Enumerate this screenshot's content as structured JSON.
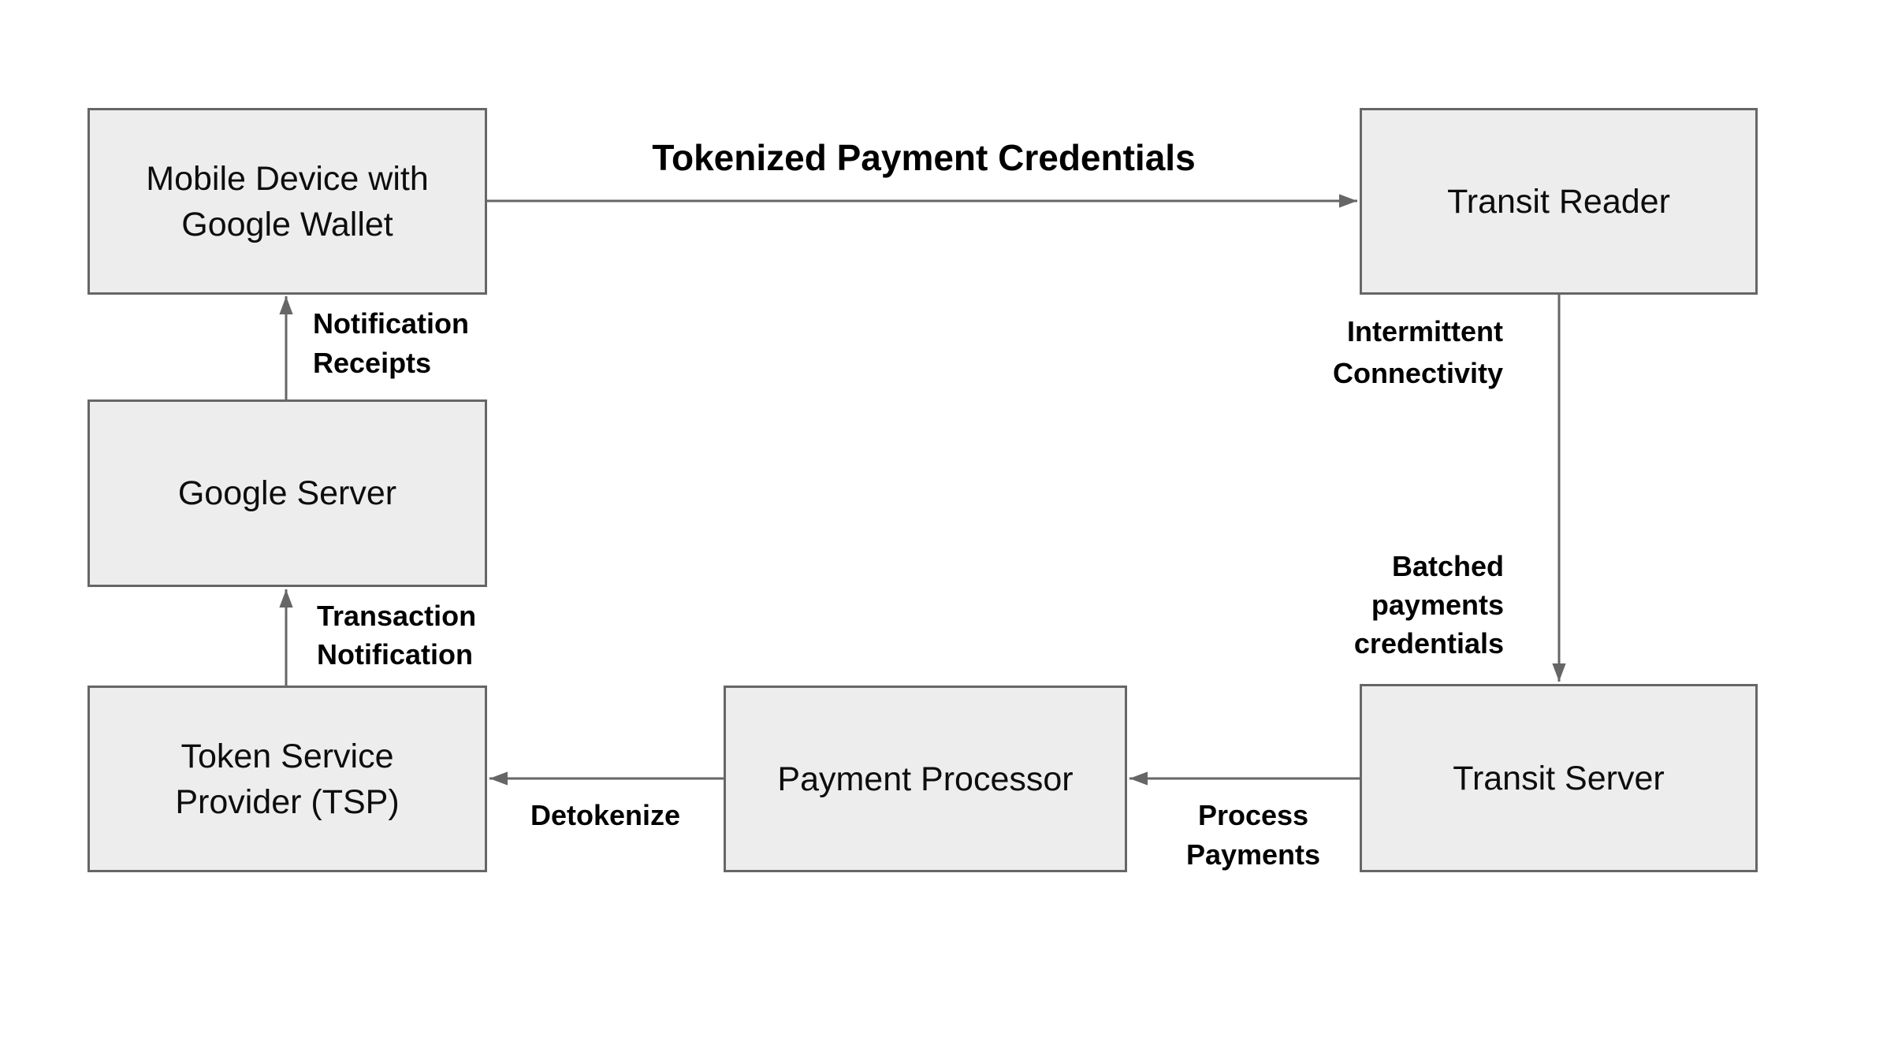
{
  "diagram": {
    "title": "Tokenized Payment Credentials",
    "colors": {
      "background": "#ffffff",
      "node_fill": "#ededed",
      "node_border": "#666666",
      "arrow": "#666666",
      "text": "#000000"
    },
    "nodes": {
      "mobile_device": {
        "lines": [
          "Mobile Device with",
          "Google Wallet"
        ],
        "label": "Mobile Device with Google Wallet"
      },
      "transit_reader": {
        "lines": [
          "Transit Reader"
        ],
        "label": "Transit Reader"
      },
      "google_server": {
        "lines": [
          "Google Server"
        ],
        "label": "Google Server"
      },
      "tsp": {
        "lines": [
          "Token Service",
          "Provider (TSP)"
        ],
        "label": "Token Service Provider (TSP)"
      },
      "payment_processor": {
        "lines": [
          "Payment Processor"
        ],
        "label": "Payment Processor"
      },
      "transit_server": {
        "lines": [
          "Transit Server"
        ],
        "label": "Transit Server"
      }
    },
    "edge_labels": {
      "tokenized": {
        "lines": [
          "Tokenized Payment Credentials"
        ]
      },
      "receipts": {
        "lines": [
          "Notification",
          "Receipts"
        ]
      },
      "intermittent": {
        "lines": [
          "Intermittent",
          "Connectivity"
        ]
      },
      "batched": {
        "lines": [
          "Batched",
          "payments",
          "credentials"
        ]
      },
      "transaction": {
        "lines": [
          "Transaction",
          "Notification"
        ]
      },
      "detokenize": {
        "lines": [
          "Detokenize"
        ]
      },
      "process": {
        "lines": [
          "Process",
          "Payments"
        ]
      }
    },
    "edges": [
      {
        "from": "Mobile Device with Google Wallet",
        "to": "Transit Reader",
        "label": "Tokenized Payment Credentials",
        "direction": "right"
      },
      {
        "from": "Transit Reader",
        "to": "Transit Server",
        "labels": [
          "Intermittent Connectivity",
          "Batched payments credentials"
        ],
        "direction": "down"
      },
      {
        "from": "Transit Server",
        "to": "Payment Processor",
        "label": "Process Payments",
        "direction": "left"
      },
      {
        "from": "Payment Processor",
        "to": "Token Service Provider (TSP)",
        "label": "Detokenize",
        "direction": "left"
      },
      {
        "from": "Token Service Provider (TSP)",
        "to": "Google Server",
        "label": "Transaction Notification",
        "direction": "up"
      },
      {
        "from": "Google Server",
        "to": "Mobile Device with Google Wallet",
        "label": "Notification Receipts",
        "direction": "up"
      }
    ]
  }
}
